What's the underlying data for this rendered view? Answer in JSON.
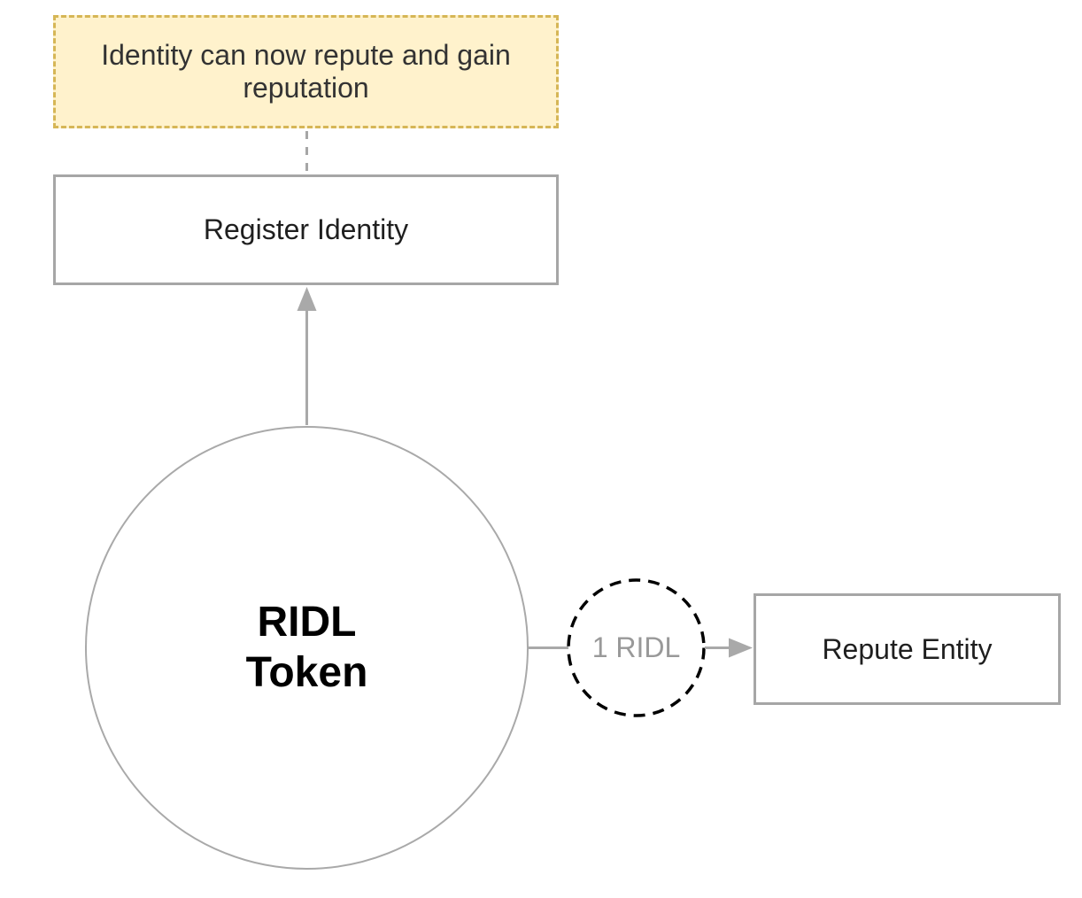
{
  "diagram": {
    "note": {
      "label": "Identity can now repute and gain reputation"
    },
    "register_identity": {
      "label": "Register Identity"
    },
    "ridl_token": {
      "label": "RIDL\nToken"
    },
    "ridl_cost": {
      "label": "1 RIDL"
    },
    "repute_entity": {
      "label": "Repute Entity"
    },
    "colors": {
      "background": "#FFFFFF",
      "note_fill": "#FFF2CC",
      "note_border": "#D6B656",
      "note_text": "#333333",
      "shape_border": "#A6A6A6",
      "connector_gray": "#A6A6A6",
      "dashed_circle_border": "#000000",
      "label_text": "#1F1F1F",
      "token_text": "#000000",
      "cost_text": "#999999"
    }
  }
}
